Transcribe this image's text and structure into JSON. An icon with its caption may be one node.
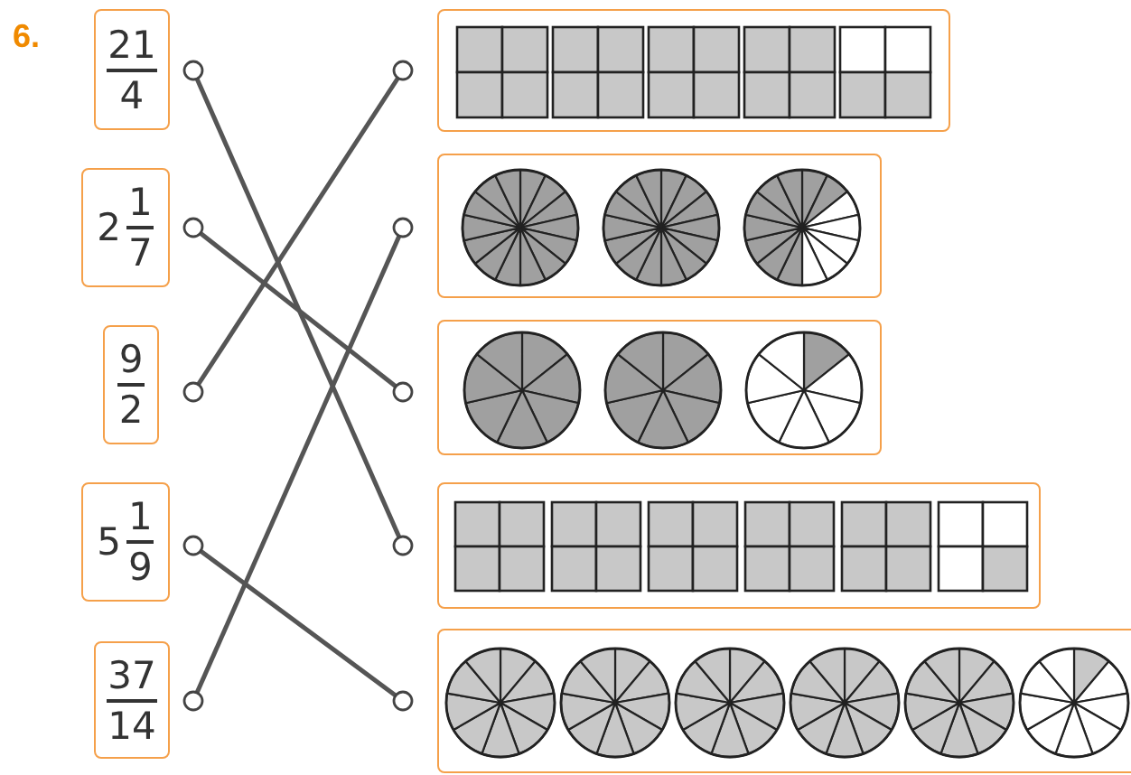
{
  "diagram": {
    "title": "6.",
    "nodes": [
      {
        "text": [
          "21",
          "4"
        ]
      },
      {
        "text": [
          "2",
          "1",
          "7"
        ]
      },
      {
        "text": [
          "9",
          "2"
        ]
      },
      {
        "text": [
          "5",
          "1",
          "9"
        ]
      },
      {
        "text": [
          "37",
          "14"
        ]
      },
      {
        "text": [],
        "shape": "box"
      },
      {
        "text": [],
        "shape": "box"
      },
      {
        "text": [],
        "shape": "box"
      },
      {
        "text": [],
        "shape": "box"
      },
      {
        "text": [],
        "shape": "box"
      }
    ],
    "edges": [
      {
        "from": 0,
        "to": 8,
        "arrow": "other"
      },
      {
        "from": 1,
        "to": 7,
        "arrow": "other"
      },
      {
        "from": 2,
        "to": 5,
        "arrow": "other"
      },
      {
        "from": 3,
        "to": 9,
        "arrow": "other"
      },
      {
        "from": 4,
        "to": 6,
        "arrow": "other"
      }
    ]
  }
}
